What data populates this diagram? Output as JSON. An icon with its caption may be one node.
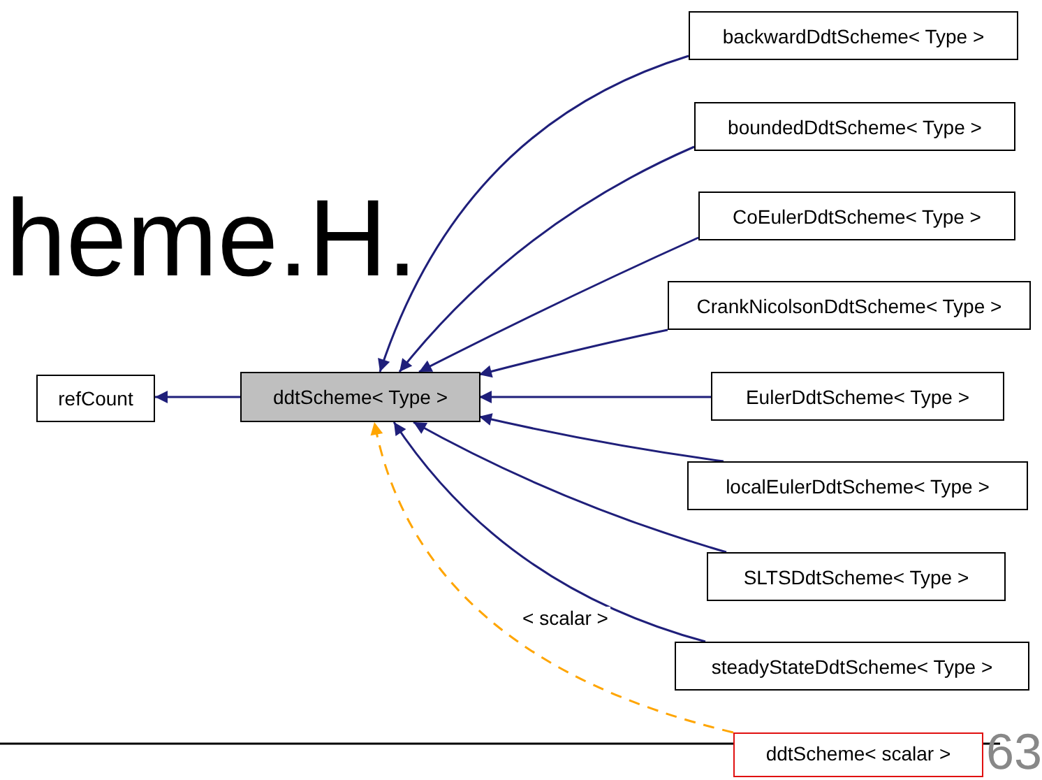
{
  "diagram": {
    "nodes": [
      {
        "text": [
          "refCount"
        ]
      },
      {
        "text": [
          "ddtScheme< Type >"
        ]
      },
      {
        "text": [
          "backwardDdtScheme< Type >"
        ]
      },
      {
        "text": [
          "boundedDdtScheme< Type >"
        ]
      },
      {
        "text": [
          "CoEulerDdtScheme< Type >"
        ]
      },
      {
        "text": [
          "CrankNicolsonDdtScheme< Type >"
        ]
      },
      {
        "text": [
          "EulerDdtScheme< Type >"
        ]
      },
      {
        "text": [
          "localEulerDdtScheme< Type >"
        ]
      },
      {
        "text": [
          "SLTSDdtScheme< Type >"
        ]
      },
      {
        "text": [
          "steadyStateDdtScheme< Type >"
        ]
      },
      {
        "text": [
          "ddtScheme< scalar >"
        ]
      }
    ],
    "edges": [
      {
        "from": 1,
        "to": 0,
        "arrow": "to"
      },
      {
        "from": 2,
        "to": 1,
        "arrow": "to"
      },
      {
        "from": 3,
        "to": 1,
        "arrow": "to"
      },
      {
        "from": 4,
        "to": 1,
        "arrow": "to"
      },
      {
        "from": 5,
        "to": 1,
        "arrow": "to"
      },
      {
        "from": 6,
        "to": 1,
        "arrow": "to"
      },
      {
        "from": 7,
        "to": 1,
        "arrow": "to"
      },
      {
        "from": 8,
        "to": 1,
        "arrow": "to"
      },
      {
        "from": 9,
        "to": 1,
        "arrow": "to"
      },
      {
        "from": 10,
        "to": 1,
        "arrow": "to",
        "label": "< scalar >",
        "style": "dashed",
        "color": "#ffa500"
      }
    ],
    "labels": [
      "heme.H.",
      "63"
    ]
  }
}
